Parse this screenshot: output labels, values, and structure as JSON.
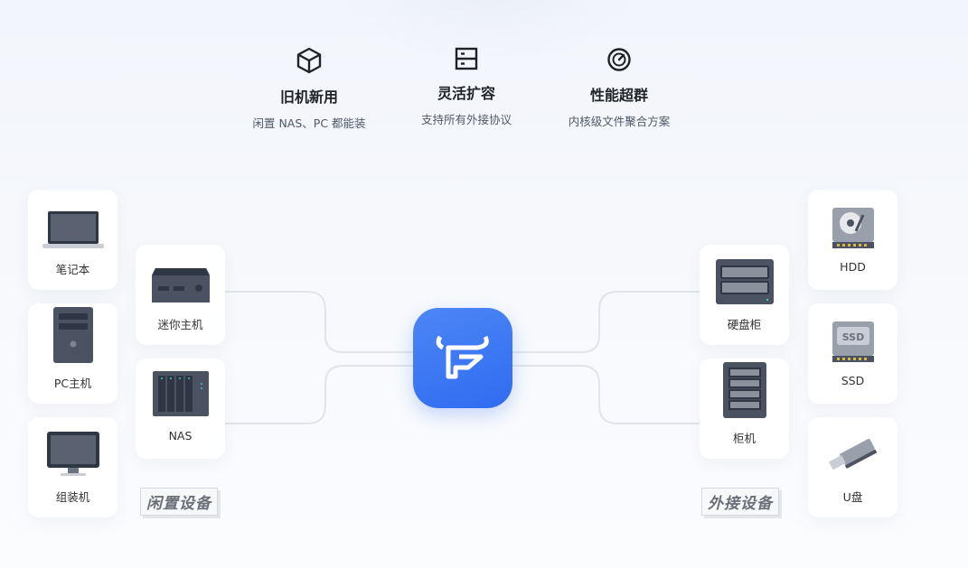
{
  "features": [
    {
      "icon": "cube-icon",
      "title": "旧机新用",
      "subtitle": "闲置 NAS、PC 都能装"
    },
    {
      "icon": "storage-icon",
      "title": "灵活扩容",
      "subtitle": "支持所有外接协议"
    },
    {
      "icon": "speedometer-icon",
      "title": "性能超群",
      "subtitle": "内核级文件聚合方案"
    }
  ],
  "left_devices": [
    "笔记本",
    "PC主机",
    "组装机",
    "迷你主机",
    "NAS"
  ],
  "right_devices": [
    "硬盘柜",
    "柜机",
    "HDD",
    "SSD",
    "U盘"
  ],
  "left_group_label": "闲置设备",
  "right_group_label": "外接设备",
  "ssd_icon_text": "SSD",
  "colors": {
    "accent": "#3a78f4",
    "device": "#4b5563"
  }
}
